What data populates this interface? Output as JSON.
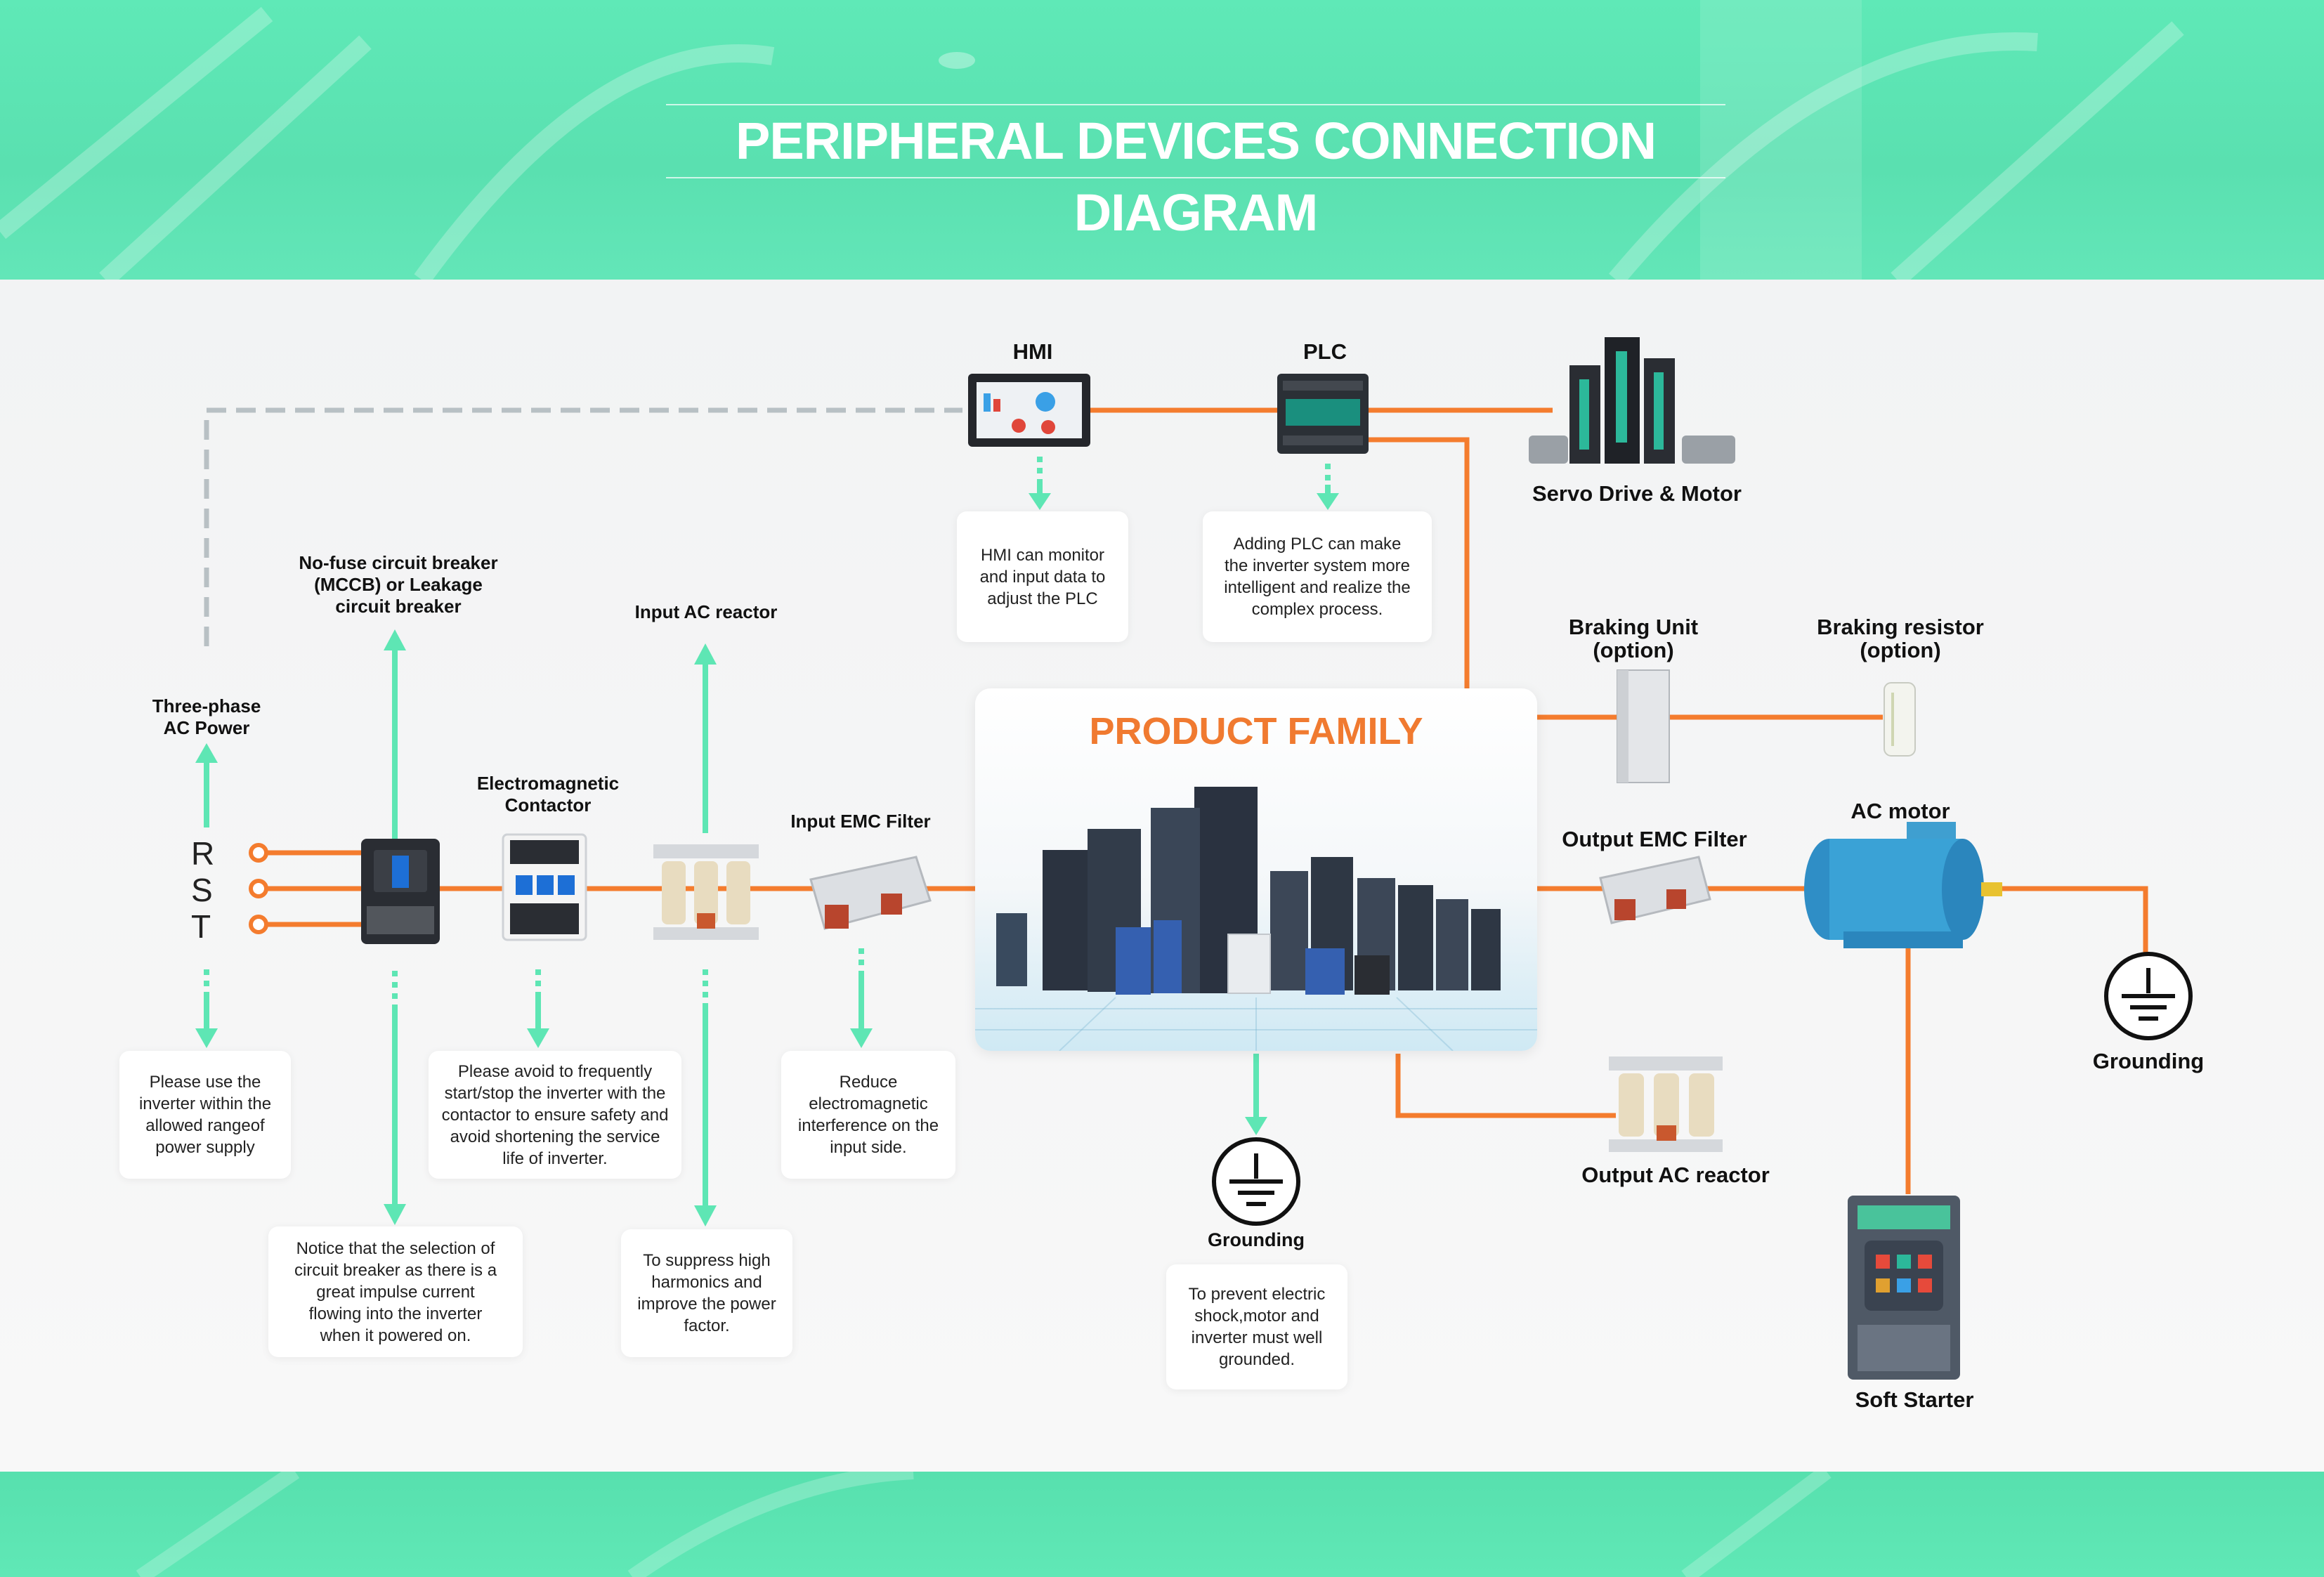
{
  "title": "PERIPHERAL DEVICES CONNECTION DIAGRAM",
  "product_family": "PRODUCT FAMILY",
  "power": {
    "label": "Three-phase\nAC Power",
    "phases": [
      "R",
      "S",
      "T"
    ],
    "note": "Please use the\ninverter within the\nallowed rangeof\npower supply"
  },
  "breaker": {
    "label": "No-fuse circuit breaker\n(MCCB)  or Leakage\ncircuit breaker",
    "note": "Notice that the selection of\ncircuit breaker as there is a\ngreat impulse current\nflowing into the inverter\nwhen it powered on."
  },
  "contactor": {
    "label": "Electromagnetic\nContactor",
    "note": "Please avoid to frequently\nstart/stop the inverter with the\ncontactor to ensure safety and\navoid shortening the service\nlife of inverter."
  },
  "input_reactor": {
    "label": "Input AC reactor",
    "note": "To suppress high\nharmonics and\nimprove the power\nfactor."
  },
  "input_emc": {
    "label": "Input EMC Filter",
    "note": "Reduce\nelectromagnetic\ninterference on the\ninput side."
  },
  "hmi": {
    "label": "HMI",
    "note": "HMI can monitor\nand input data to\nadjust the PLC"
  },
  "plc": {
    "label": "PLC",
    "note": "Adding PLC can make\nthe inverter system more\nintelligent and realize the\ncomplex process."
  },
  "servo": {
    "label": "Servo Drive & Motor"
  },
  "braking_unit": {
    "label": "Braking Unit\n(option)"
  },
  "braking_resistor": {
    "label": "Braking resistor\n(option)"
  },
  "output_emc": {
    "label": "Output EMC Filter"
  },
  "ac_motor": {
    "label": "AC motor"
  },
  "output_reactor": {
    "label": "Output AC reactor"
  },
  "grounding_center": {
    "label": "Grounding",
    "note": "To prevent electric\nshock,motor and\ninverter must well\ngrounded."
  },
  "grounding_right": {
    "label": "Grounding"
  },
  "soft_starter": {
    "label": "Soft Starter"
  },
  "colors": {
    "accent_orange": "#f47c2e",
    "accent_green": "#5ee6b4",
    "dashed_gray": "#b8c0c4"
  }
}
